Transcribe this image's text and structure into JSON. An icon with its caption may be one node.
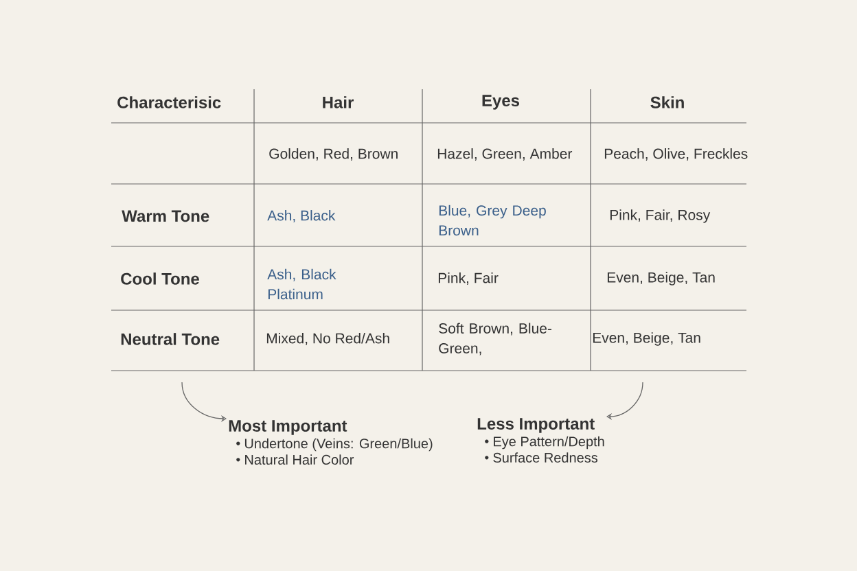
{
  "diagram": {
    "nodes": [
      {
        "text": [
          "Most Important",
          "Undertone (Veins: Green/Blue)",
          "Natural Hair Color"
        ]
      },
      {
        "text": [
          "Less Important",
          "Eye Pattern/Depth",
          "Surface Redness"
        ]
      }
    ],
    "edges": [
      {
        "from": null,
        "to": 0,
        "arrow": "to"
      },
      {
        "from": null,
        "to": 1,
        "arrow": "to"
      }
    ],
    "labels": [
      "Characterisic",
      "Hair",
      "Eyes",
      "Skin",
      "Golden, Red, Brown",
      "Hazel, Green, Amber",
      "Peach, Olive, Freckles",
      "Warm Tone",
      "Ash, Black",
      "Blue, Grey Deep Brown",
      "Pink, Fair, Rosy",
      "Cool Tone",
      "Ash, Black Platinum",
      "Pink, Fair",
      "Even, Beige, Tan",
      "Neutral Tone",
      "Mixed, No Red/Ash",
      "Soft Brown, Blue-Green,",
      "Even, Beige, Tan"
    ]
  }
}
